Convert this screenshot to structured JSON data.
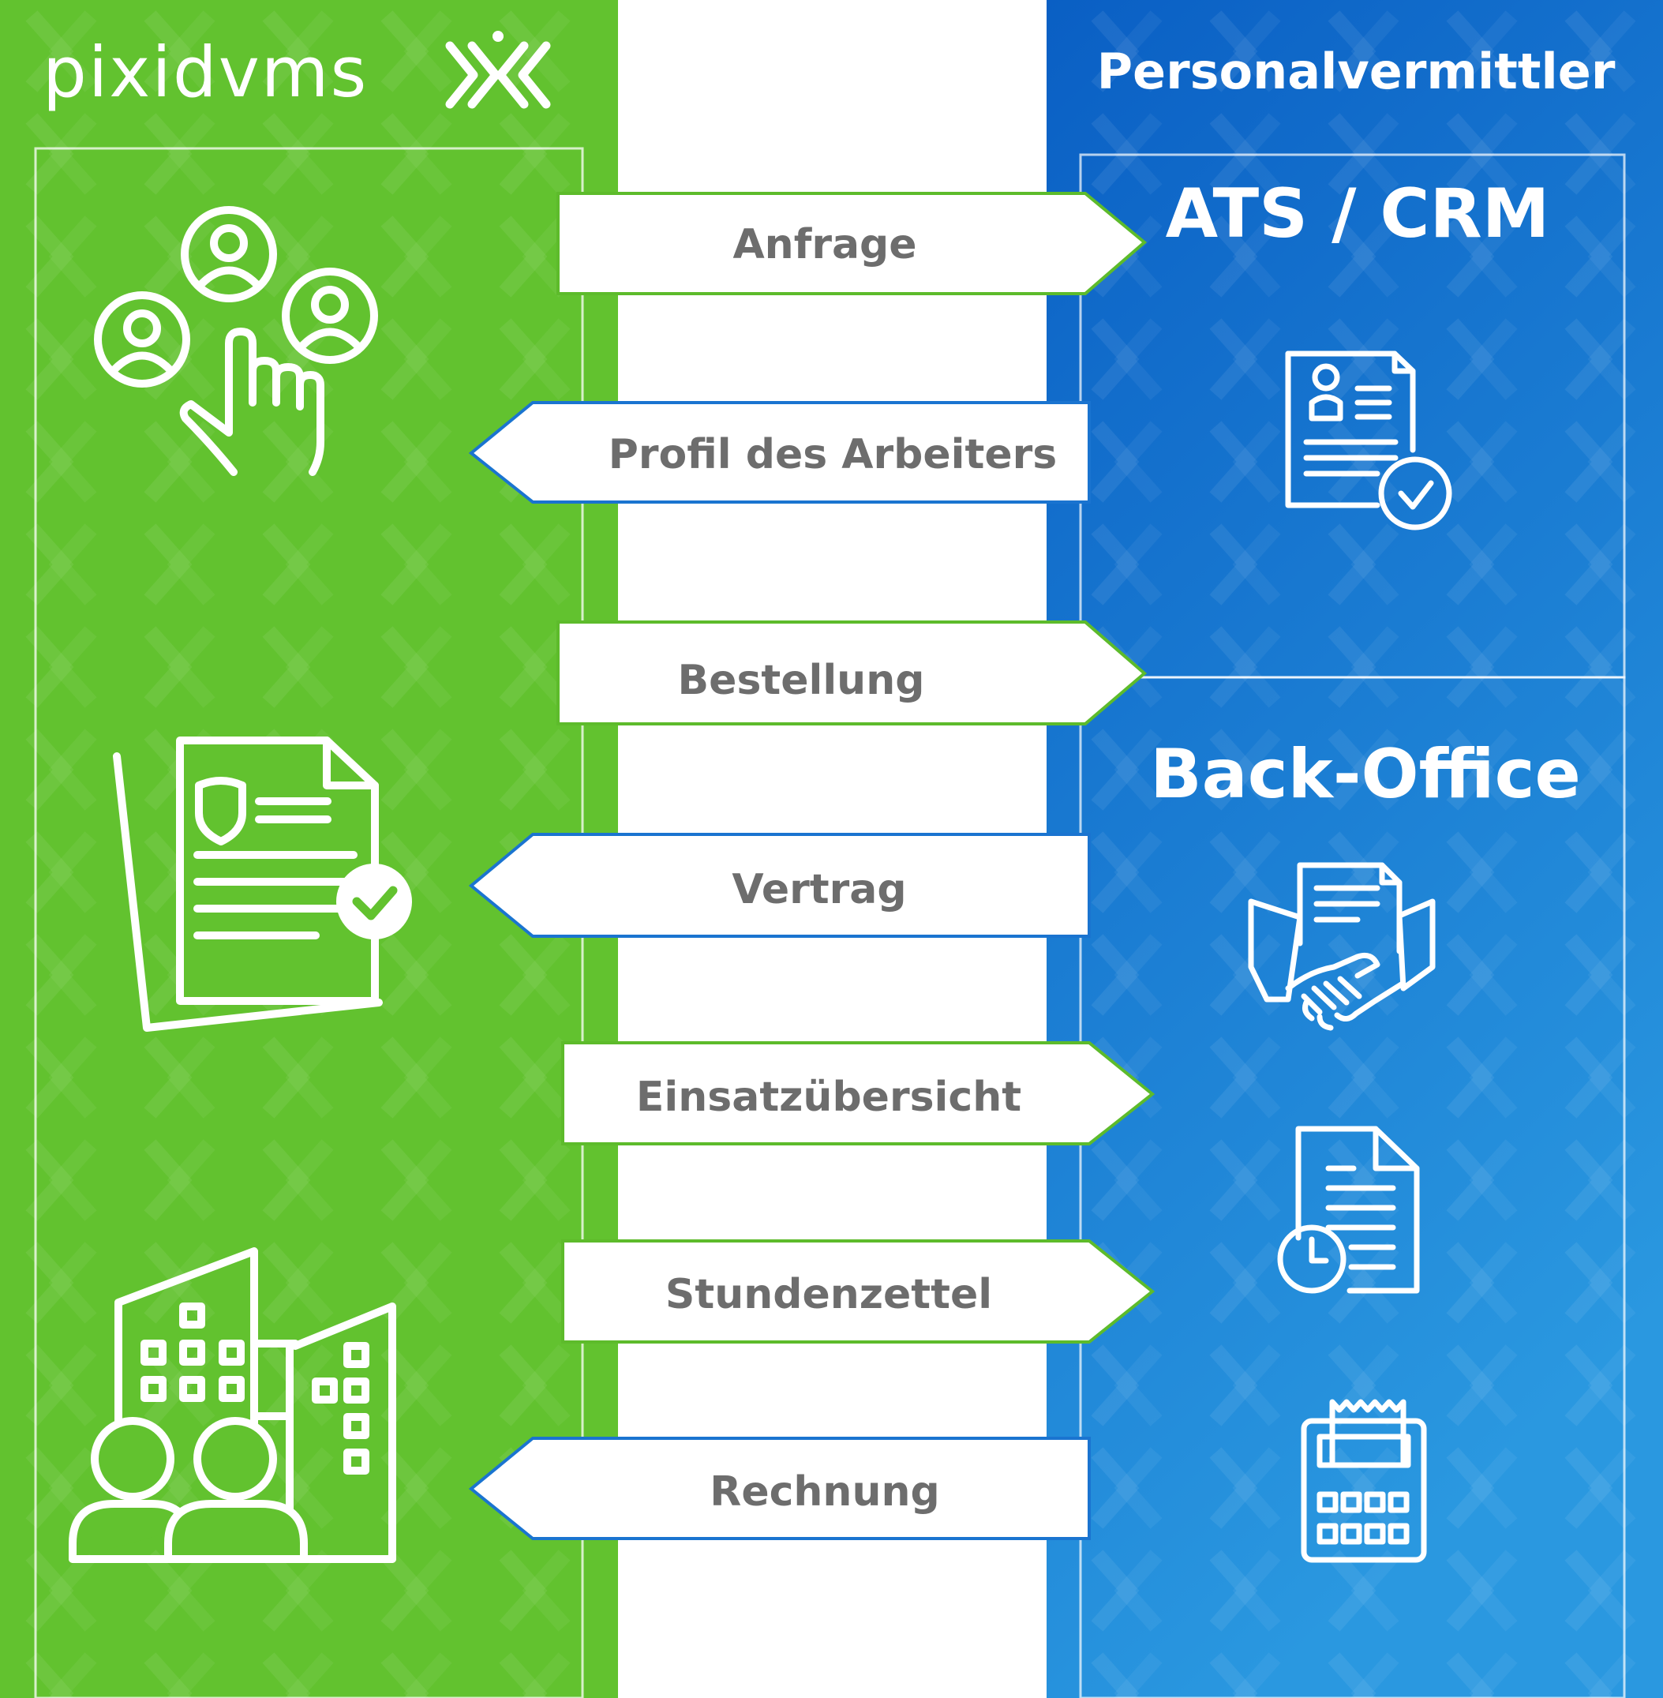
{
  "brand": {
    "name": "pixidvms",
    "mark_icon": "pixid-x-logo-icon"
  },
  "partner": {
    "header": "Personalvermittler"
  },
  "sections": {
    "ats": {
      "title": "ATS / CRM",
      "icon": "resume-check-icon"
    },
    "backoffice": {
      "title": "Back-Office",
      "icons": [
        "handshake-contract-icon",
        "document-clock-icon",
        "calculator-receipt-icon"
      ]
    }
  },
  "left_icons": [
    "candidates-select-icon",
    "contract-check-icon",
    "company-team-icon"
  ],
  "flows": [
    {
      "label": "Anfrage",
      "direction": "right"
    },
    {
      "label": "Profil des Arbeiters",
      "direction": "left"
    },
    {
      "label": "Bestellung",
      "direction": "right"
    },
    {
      "label": "Vertrag",
      "direction": "left"
    },
    {
      "label": "Einsatzübersicht",
      "direction": "right"
    },
    {
      "label": "Stundenzettel",
      "direction": "right"
    },
    {
      "label": "Rechnung",
      "direction": "left"
    }
  ],
  "colors": {
    "green": "#62c22f",
    "blue_dark": "#0a5ec3",
    "blue_light": "#1e88dc",
    "arrow_green_border": "#5dbb2b",
    "arrow_blue_border": "#1a74d0",
    "label_gray": "#6d6d6d"
  }
}
